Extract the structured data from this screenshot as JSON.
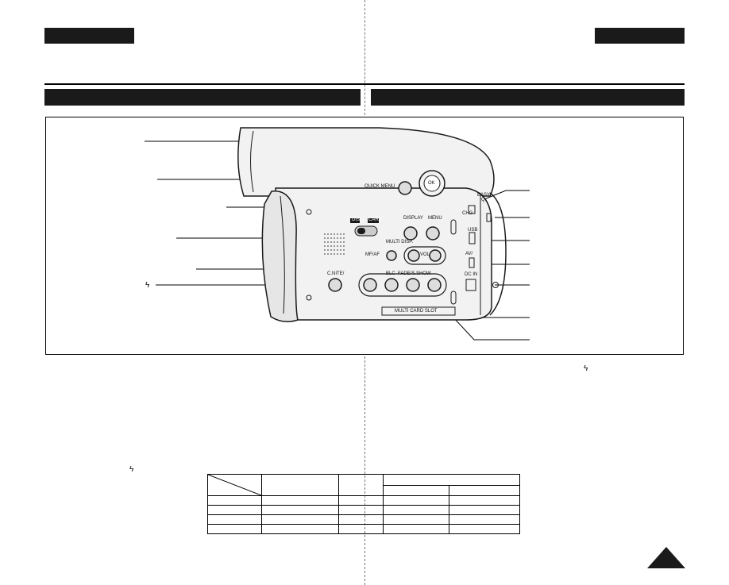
{
  "figure": {
    "labels": {
      "quick_menu": "QUICK MENU",
      "ok": "OK",
      "display": "DISPLAY",
      "menu": "MENU",
      "easy": "EASY",
      "q": "Q",
      "chg": "CHG",
      "disc": "DISC",
      "card": "CARD",
      "multi_disp": "MULTI DISP.",
      "mf_af": "MF/AF",
      "vol": "VOL",
      "usb": "USB",
      "av": "AV/",
      "c_nite": "C.NITE/",
      "blc": "BLC",
      "fade_slshow": "FADE/S.SHOW",
      "dc_in": "DC IN",
      "multi_card_slot": "MULTI CARD SLOT"
    }
  },
  "symbols": {
    "flash_left": "ϟ",
    "flash_right": "ϟ",
    "flash_bottom": "ϟ"
  },
  "colors": {
    "ink": "#1a1a1a",
    "body": "#f2f2f2"
  }
}
